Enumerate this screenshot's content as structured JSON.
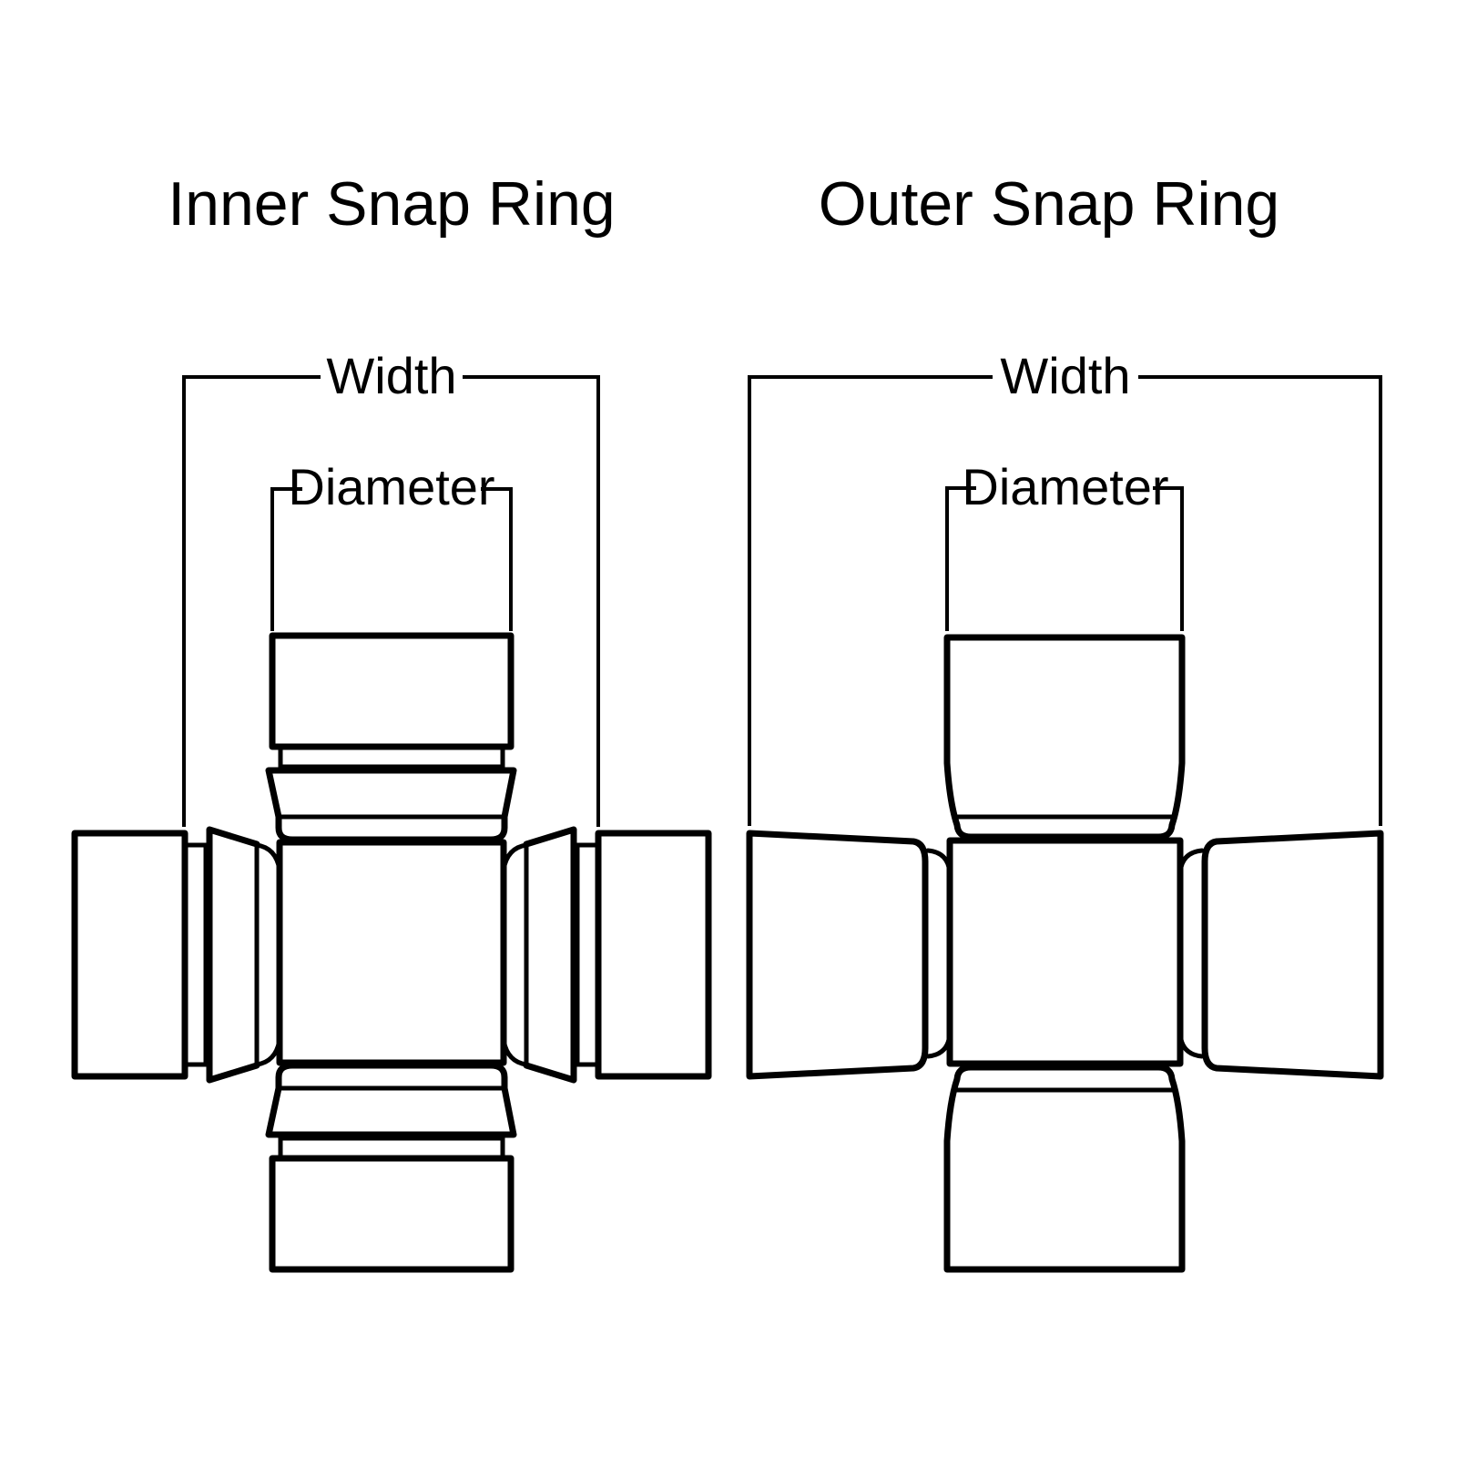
{
  "page": {
    "background_color": "#ffffff",
    "line_color": "#000000",
    "description": "Comparison diagram of universal joint snap ring styles"
  },
  "diagrams": [
    {
      "id": "inner-snap-ring",
      "title": "Inner Snap Ring",
      "labels": {
        "width": "Width",
        "diameter": "Diameter"
      }
    },
    {
      "id": "outer-snap-ring",
      "title": "Outer Snap Ring",
      "labels": {
        "width": "Width",
        "diameter": "Diameter"
      }
    }
  ]
}
